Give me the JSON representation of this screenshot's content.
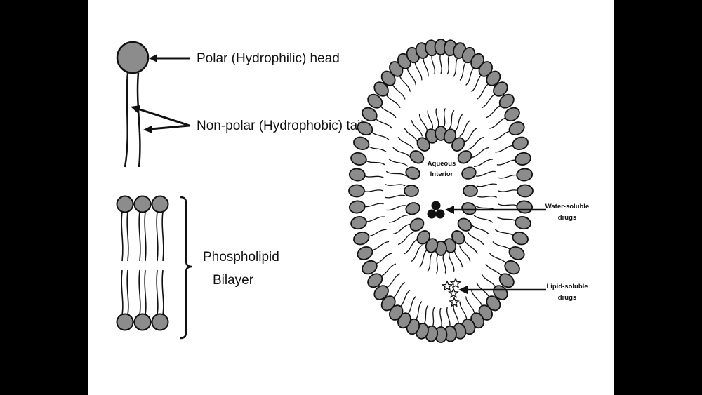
{
  "labels": {
    "head": "Polar (Hydrophilic) head",
    "tail": "Non-polar (Hydrophobic) tail",
    "bilayer_line1": "Phospholipid",
    "bilayer_line2": "Bilayer",
    "aqueous_line1": "Aqueous",
    "aqueous_line2": "Interior",
    "water_line1": "Water-soluble",
    "water_line2": "drugs",
    "lipid_line1": "Lipid-soluble",
    "lipid_line2": "drugs"
  },
  "colors": {
    "head_fill": "#8c8c8c",
    "outline": "#111111",
    "background": "#ffffff",
    "letterbox": "#000000"
  }
}
